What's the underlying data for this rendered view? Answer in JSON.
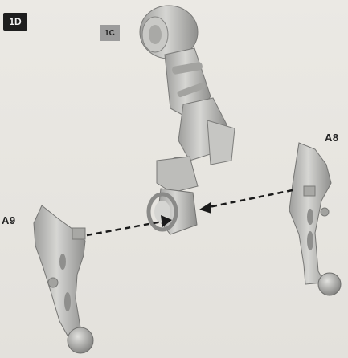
{
  "step": {
    "number": "1D"
  },
  "reference_step": {
    "label": "1C"
  },
  "parts": {
    "right_part": {
      "label": "A8"
    },
    "left_part": {
      "label": "A9"
    }
  },
  "colors": {
    "part_gray": "#b9b9b7",
    "arrow": "#1a1a1a",
    "badge": "#1e1e1e"
  }
}
